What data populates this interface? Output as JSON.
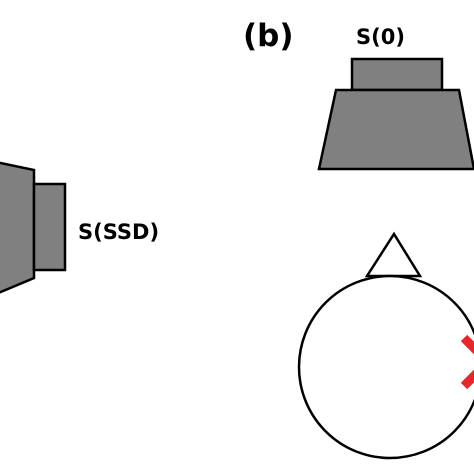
{
  "panel_label": "(b)",
  "source_front": {
    "label": "S(0)"
  },
  "source_side": {
    "label": "S(SSD)"
  },
  "colors": {
    "speaker_fill": "#808080",
    "outline": "#000000",
    "head_fill": "#ffffff",
    "marker": "#e8262a"
  }
}
